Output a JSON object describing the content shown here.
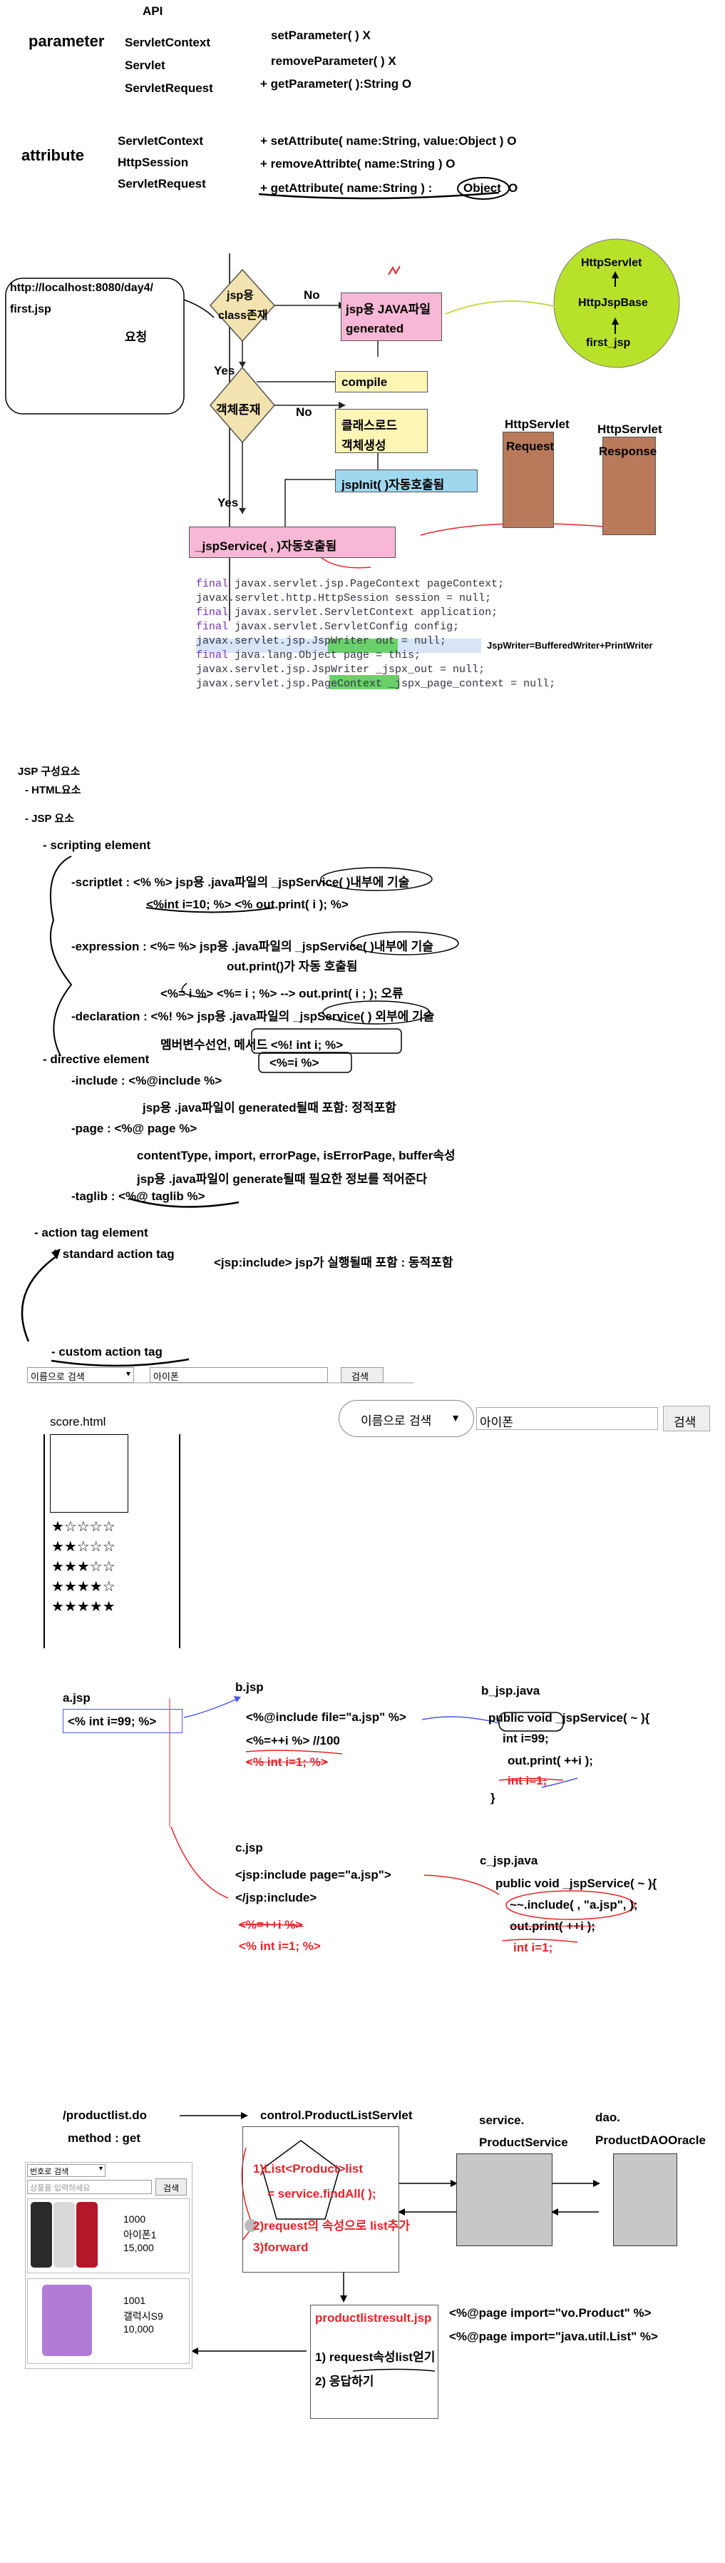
{
  "top": {
    "api": "API",
    "parameter": "parameter",
    "servlet_context": "ServletContext",
    "servlet": "Servlet",
    "servlet_request": "ServletRequest",
    "set_parameter": "setParameter( ) X",
    "remove_parameter": "removeParameter( ) X",
    "get_parameter": "+ getParameter( ):String  O",
    "attribute": "attribute",
    "attr_servlet_context": "ServletContext",
    "attr_http_session": "HttpSession",
    "attr_servlet_request": "ServletRequest",
    "set_attribute": "+ setAttribute( name:String, value:Object )   O",
    "remove_attribute": "+ removeAttribte( name:String )  O",
    "get_attribute": "+ getAttribute( name:String ) :",
    "object": "Object",
    "o": "O"
  },
  "flow": {
    "url": "http://localhost:8080/day4/",
    "file": "first.jsp",
    "request": "요청",
    "jsp_label": "jsp용",
    "class_exists": "class존재",
    "no1": "No",
    "jsp_java_file": "jsp용 JAVA파일",
    "generated": "generated",
    "compile": "compile",
    "yes1": "Yes",
    "object_exists": "객체존재",
    "no2": "No",
    "class_load": "클래스로드",
    "object_create": "객체생성",
    "jspinit": "jspInit( )자동호출됨",
    "yes2": "Yes",
    "jspservice": "_jspService(    ,     )자동호출됨",
    "http_servlet": "HttpServlet",
    "http_jsp_base": "HttpJspBase",
    "first_jsp": "first_jsp",
    "req_title": "HttpServlet",
    "req_sub": "Request",
    "resp_title": "HttpServlet",
    "resp_sub": "Response",
    "jsp_writer_note": "JspWriter=BufferedWriter+PrintWriter"
  },
  "code_lines": [
    {
      "kw": "final ",
      "text": "javax.servlet.jsp.PageContext pageContext;"
    },
    {
      "kw": "",
      "text": "javax.servlet.http.HttpSession session = null;"
    },
    {
      "kw": "final ",
      "text": "javax.servlet.ServletContext application;"
    },
    {
      "kw": "final ",
      "text": "javax.servlet.ServletConfig config;"
    },
    {
      "kw": "",
      "text": "javax.servlet.jsp.JspWriter out = null;"
    },
    {
      "kw": "final ",
      "text": "java.lang.Object page = this;"
    },
    {
      "kw": "",
      "text": "javax.servlet.jsp.JspWriter _jspx_out = null;"
    },
    {
      "kw": "",
      "text": "javax.servlet.jsp.PageContext _jspx_page_context = null;"
    }
  ],
  "jsp_elements": {
    "title": "JSP 구성요소",
    "html": "- HTML요소",
    "jsp": "- JSP  요소",
    "scripting": "- scripting element",
    "scriptlet": "-scriptlet :  <% %>  jsp용 .java파일의 _jspService( )내부에 기술",
    "scriptlet_ex": "<%int i=10; %>  <% out.print( i );  %>",
    "expression": "-expression : <%= %>   jsp용 .java파일의 _jspService( )내부에 기술",
    "expression_2": "out.print()가 자동 호출됨",
    "expression_ex": "<%= i %>    <%= i ;  %>  --> out.print( i ;  );   오류",
    "declaration": "-declaration : <%!   %>  jsp용 .java파일의 _jspService( ) 외부에 기술",
    "declaration_2": "멤버변수선언, 메서드  <%! int i;  %>",
    "declaration_ex": "<%=i %>",
    "directive": "- directive element",
    "include": "-include :  <%@include   %>",
    "include_2": "jsp용 .java파일이 generated될때 포함: 정적포함",
    "page": "-page :     <%@ page %>",
    "page_2": "contentType, import, errorPage, isErrorPage, buffer속성",
    "page_3": "jsp용 .java파일이 generate될때 필요한 정보를 적어준다",
    "taglib": "-taglib :    <%@ taglib %>",
    "action": "- action tag element",
    "standard": "\" standard action tag",
    "standard_2": "<jsp:include>  jsp가 실행될때 포함 : 동적포함",
    "custom": "- custom action tag"
  },
  "search_small": {
    "select": "이름으로 검색",
    "input": "아이폰",
    "button": "검색"
  },
  "search_big": {
    "select": "이름으로 검색",
    "input": "아이폰",
    "button": "검색"
  },
  "score": {
    "file": "score.html",
    "rows": [
      "★☆☆☆☆",
      "★★☆☆☆",
      "★★★☆☆",
      "★★★★☆",
      "★★★★★"
    ]
  },
  "include_demo": {
    "a_jsp": "a.jsp",
    "a_code": "<% int i=99; %>",
    "b_jsp": "b.jsp",
    "b_line1": "<%@include    file=\"a.jsp\" %>",
    "b_line2": "<%=++i %>  //100",
    "b_line3": "<% int i=1; %>",
    "b_java": "b_jsp.java",
    "b_java_1": "public void _jspService( ~ ){",
    "b_java_2": "int i=99;",
    "b_java_3": "out.print( ++i );",
    "b_java_4": "int i=1;",
    "b_java_5": "}",
    "c_jsp": "c.jsp",
    "c_line1": "<jsp:include page=\"a.jsp\">",
    "c_line2": "</jsp:include>",
    "c_line3": "<%=++i %>",
    "c_line4": "<% int i=1; %>",
    "c_java": "c_jsp.java",
    "c_java_1": "public void _jspService( ~ ){",
    "c_java_2": "~~.include(  , \"a.jsp\", );",
    "c_java_3": "out.print( ++i );",
    "c_java_4": "int i=1;"
  },
  "product": {
    "url": "/productlist.do",
    "method": "method : get",
    "servlet": "control.ProductListServlet",
    "service_1": "service.",
    "service_2": "ProductService",
    "dao_1": "dao.",
    "dao_2": "ProductDAOOracle",
    "step1": "1)List<Product>list",
    "step1b": "= service.findAll( );",
    "step2": "2)request의 속성으로 list추가",
    "step3": "3)forward",
    "result_jsp": "productlistresult.jsp",
    "result_1": "1) request속성list얻기",
    "result_2": "2) 응답하기",
    "import1": "<%@page import=\"vo.Product\" %>",
    "import2": "<%@page import=\"java.util.List\" %>",
    "mini_select": "번호로 검색",
    "mini_placeholder": "상품을 입력하세요",
    "mini_button": "검색",
    "items": [
      {
        "no": "1000",
        "name": "아이폰1",
        "price": "15,000"
      },
      {
        "no": "1001",
        "name": "갤럭시S9",
        "price": "10,000"
      }
    ]
  },
  "colors": {
    "pink": "#f6b8d4",
    "yellow": "#fff5b5",
    "blue": "#9fd7ef",
    "brown": "#b87a5a",
    "lime": "#b8e22a",
    "red": "#e8232a"
  }
}
